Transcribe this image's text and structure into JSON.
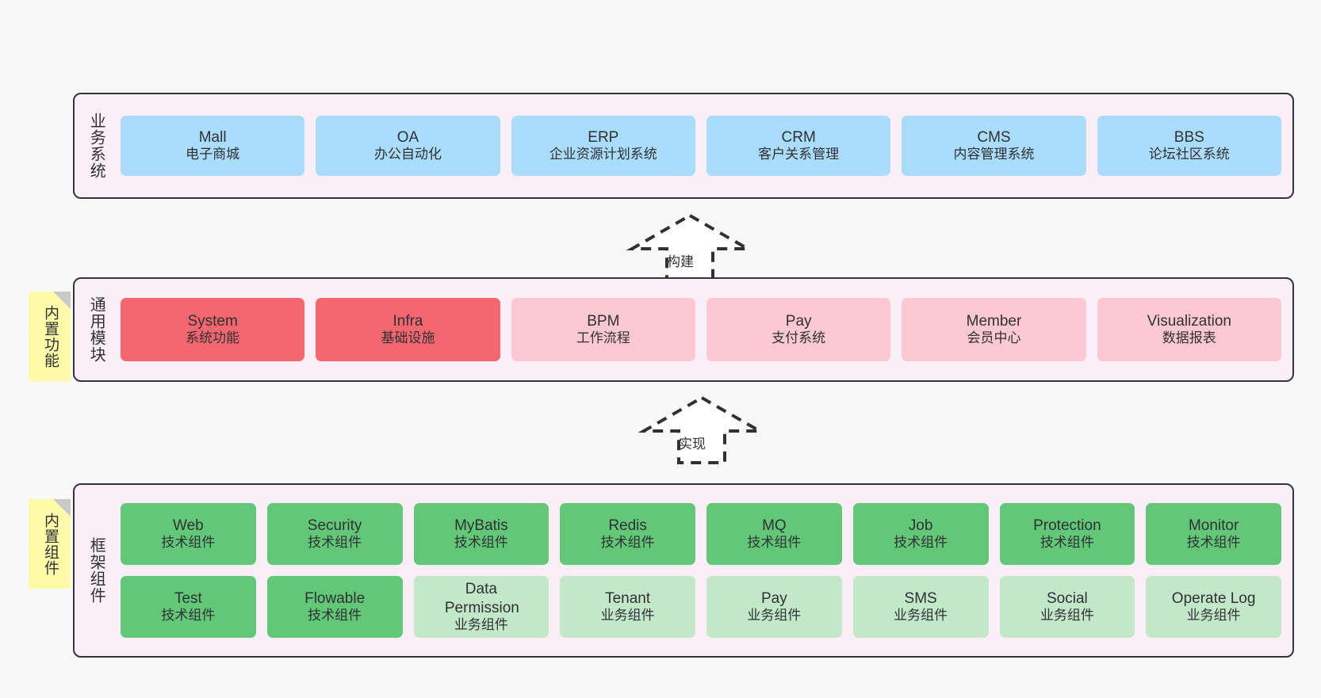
{
  "diagram": {
    "background": "#f8f8f8",
    "band_fill": "#fbeef7",
    "band_stroke": "#333344",
    "note_fill": "#fdfaa8",
    "colors": {
      "blue": "#aadcfb",
      "red": "#f4676f",
      "pink": "#fcc9d2",
      "green": "#62c878",
      "light_green": "#c2e8c9"
    }
  },
  "bands": {
    "business": {
      "title": "业务系统",
      "cards": [
        {
          "en": "Mall",
          "cn": "电子商城",
          "color": "blue"
        },
        {
          "en": "OA",
          "cn": "办公自动化",
          "color": "blue"
        },
        {
          "en": "ERP",
          "cn": "企业资源计划系统",
          "color": "blue"
        },
        {
          "en": "CRM",
          "cn": "客户关系管理",
          "color": "blue"
        },
        {
          "en": "CMS",
          "cn": "内容管理系统",
          "color": "blue"
        },
        {
          "en": "BBS",
          "cn": "论坛社区系统",
          "color": "blue"
        }
      ]
    },
    "modules": {
      "title": "通用模块",
      "note": "内置功能",
      "cards": [
        {
          "en": "System",
          "cn": "系统功能",
          "color": "red"
        },
        {
          "en": "Infra",
          "cn": "基础设施",
          "color": "red"
        },
        {
          "en": "BPM",
          "cn": "工作流程",
          "color": "pink"
        },
        {
          "en": "Pay",
          "cn": "支付系统",
          "color": "pink"
        },
        {
          "en": "Member",
          "cn": "会员中心",
          "color": "pink"
        },
        {
          "en": "Visualization",
          "cn": "数据报表",
          "color": "pink"
        }
      ]
    },
    "framework": {
      "title": "框架组件",
      "note": "内置组件",
      "row1": [
        {
          "en": "Web",
          "cn": "技术组件",
          "color": "green"
        },
        {
          "en": "Security",
          "cn": "技术组件",
          "color": "green"
        },
        {
          "en": "MyBatis",
          "cn": "技术组件",
          "color": "green"
        },
        {
          "en": "Redis",
          "cn": "技术组件",
          "color": "green"
        },
        {
          "en": "MQ",
          "cn": "技术组件",
          "color": "green"
        },
        {
          "en": "Job",
          "cn": "技术组件",
          "color": "green"
        },
        {
          "en": "Protection",
          "cn": "技术组件",
          "color": "green"
        },
        {
          "en": "Monitor",
          "cn": "技术组件",
          "color": "green"
        }
      ],
      "row2": [
        {
          "en": "Test",
          "cn": "技术组件",
          "color": "green"
        },
        {
          "en": "Flowable",
          "cn": "技术组件",
          "color": "green"
        },
        {
          "en": "Data Permission",
          "cn": "业务组件",
          "color": "light_green"
        },
        {
          "en": "Tenant",
          "cn": "业务组件",
          "color": "light_green"
        },
        {
          "en": "Pay",
          "cn": "业务组件",
          "color": "light_green"
        },
        {
          "en": "SMS",
          "cn": "业务组件",
          "color": "light_green"
        },
        {
          "en": "Social",
          "cn": "业务组件",
          "color": "light_green"
        },
        {
          "en": "Operate Log",
          "cn": "业务组件",
          "color": "light_green"
        }
      ]
    }
  },
  "connectors": [
    {
      "label": "构建",
      "from": "modules",
      "to": "business"
    },
    {
      "label": "实现",
      "from": "framework",
      "to": "modules"
    }
  ]
}
